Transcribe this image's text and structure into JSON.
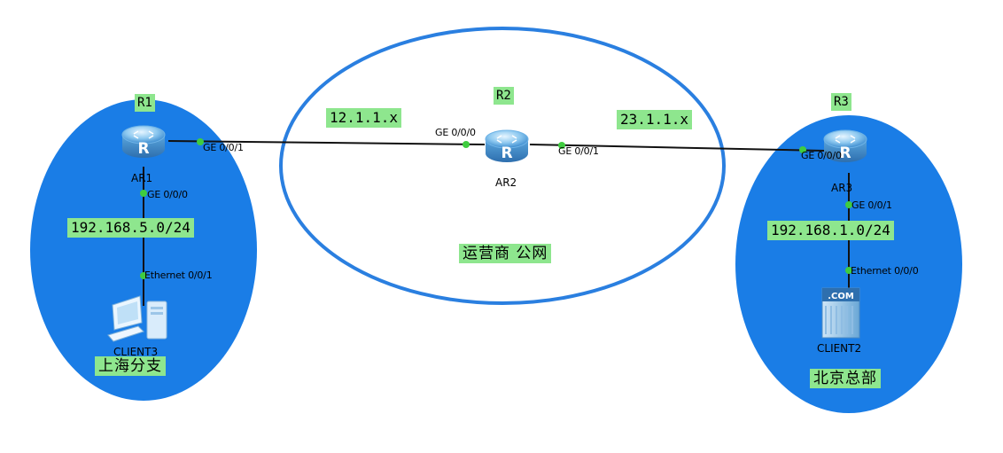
{
  "regions": {
    "left_site": "上海分支",
    "right_site": "北京总部",
    "isp": "运营商 公网"
  },
  "routers": {
    "r1": {
      "tag": "R1",
      "name": "AR1"
    },
    "r2": {
      "tag": "R2",
      "name": "AR2"
    },
    "r3": {
      "tag": "R3",
      "name": "AR3"
    }
  },
  "hosts": {
    "client3": "CLIENT3",
    "client2": "CLIENT2",
    "client2_screen": ".COM"
  },
  "networks": {
    "r1_r2": "12.1.1.x",
    "r2_r3": "23.1.1.x",
    "left_lan": "192.168.5.0/24",
    "right_lan": "192.168.1.0/24"
  },
  "interfaces": {
    "ar1_ge001": "GE 0/0/1",
    "ar1_ge000": "GE 0/0/0",
    "client3_eth": "Ethernet 0/0/1",
    "ar2_ge000": "GE 0/0/0",
    "ar2_ge001": "GE 0/0/1",
    "ar3_ge000": "GE 0/0/0",
    "ar3_ge001": "GE 0/0/1",
    "client2_eth": "Ethernet 0/0/0"
  },
  "colors": {
    "site_fill": "#1a7de6",
    "isp_stroke": "#2a7fe0",
    "tag_bg": "#8ee68e",
    "port_dot": "#3fcc3f",
    "link": "#111111"
  }
}
